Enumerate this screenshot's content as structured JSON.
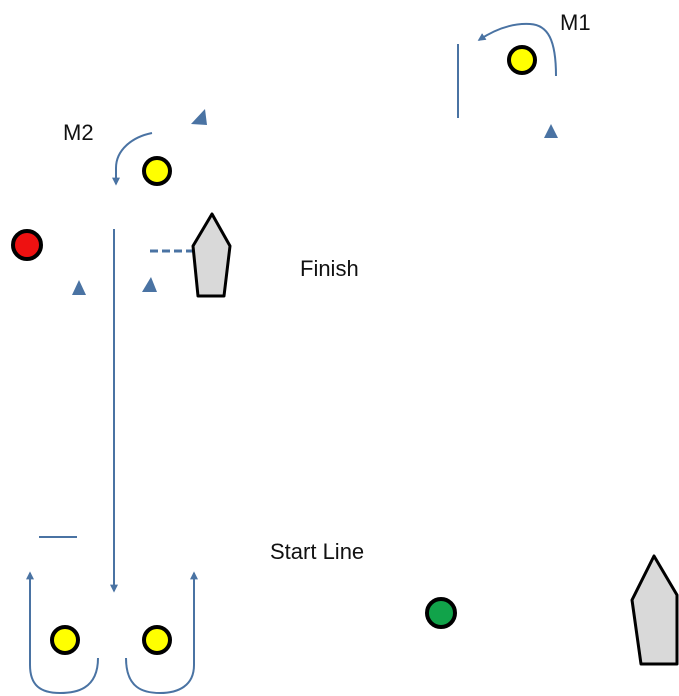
{
  "labels": {
    "m1": "M1",
    "m2": "M2",
    "finish": "Finish",
    "start_line": "Start Line"
  },
  "colors": {
    "background": "#ffffff",
    "course_line": "#4a73a3",
    "mark_yellow": "#ffff00",
    "mark_red": "#ee1111",
    "mark_green": "#11a34a",
    "committee_boat": "#d9d9d9",
    "outline": "#000000",
    "text": "#111111"
  }
}
